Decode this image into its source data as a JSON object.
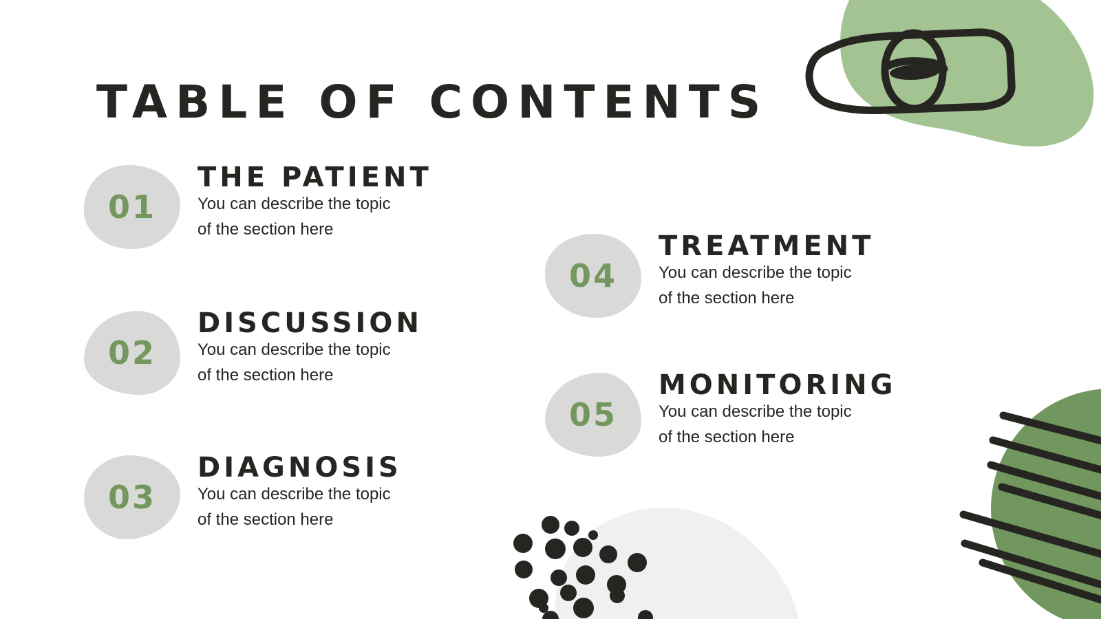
{
  "slide": {
    "title": "TABLE OF CONTENTS",
    "background_color": "#ffffff"
  },
  "palette": {
    "ink": "#262522",
    "green_accent": "#74975f",
    "green_light_blob": "#a3c492",
    "green_mid_circle": "#71975f",
    "badge_gray": "#d9d9d7",
    "blob_gray": "#f0f0f0"
  },
  "sections": [
    {
      "number": "01",
      "heading": "THE PATIENT",
      "description": "You can describe the topic\nof the section here"
    },
    {
      "number": "02",
      "heading": "DISCUSSION",
      "description": "You can describe the topic\nof the section here"
    },
    {
      "number": "03",
      "heading": "DIAGNOSIS",
      "description": "You can describe the topic\nof the section here"
    },
    {
      "number": "04",
      "heading": "TREATMENT",
      "description": "You can describe the topic\nof the section here"
    },
    {
      "number": "05",
      "heading": "MONITORING",
      "description": "You can describe the topic\nof the section here"
    }
  ],
  "decorations": [
    {
      "name": "green-blob-top-right",
      "color": "#a3c492"
    },
    {
      "name": "capsule-doodle-icon",
      "color": "#262522"
    },
    {
      "name": "green-circle-bottom-right",
      "color": "#71975f"
    },
    {
      "name": "diagonal-lines-bottom-right",
      "color": "#262522",
      "count": 7
    },
    {
      "name": "gray-blob-bottom-center",
      "color": "#f0f0f0"
    },
    {
      "name": "dot-pattern-bottom-center",
      "color": "#262522"
    }
  ]
}
